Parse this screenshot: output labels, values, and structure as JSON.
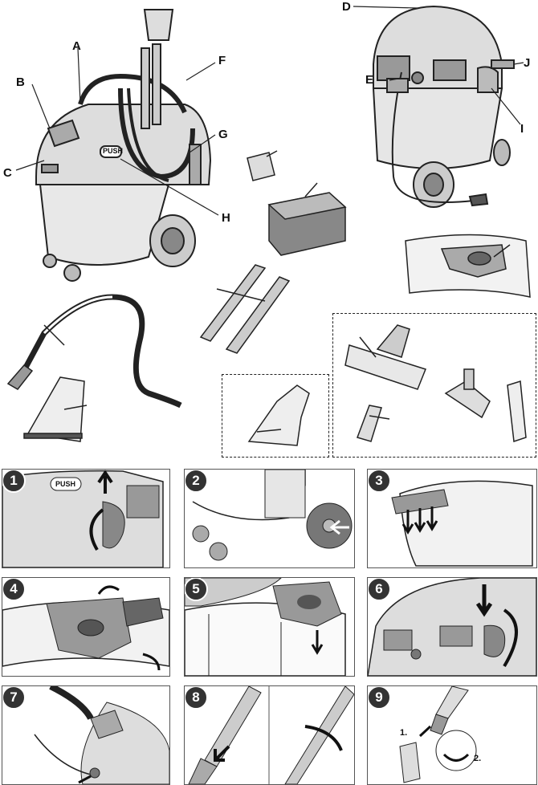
{
  "labels": {
    "A": "A",
    "B": "B",
    "C": "C",
    "D": "D",
    "E": "E",
    "F": "F",
    "G": "G",
    "H": "H",
    "I": "I",
    "J": "J"
  },
  "push_label": "PUSH",
  "steps": [
    "1",
    "2",
    "3",
    "4",
    "5",
    "6",
    "7",
    "8",
    "9"
  ],
  "step9": {
    "sub1": "1.",
    "sub2": "2."
  }
}
